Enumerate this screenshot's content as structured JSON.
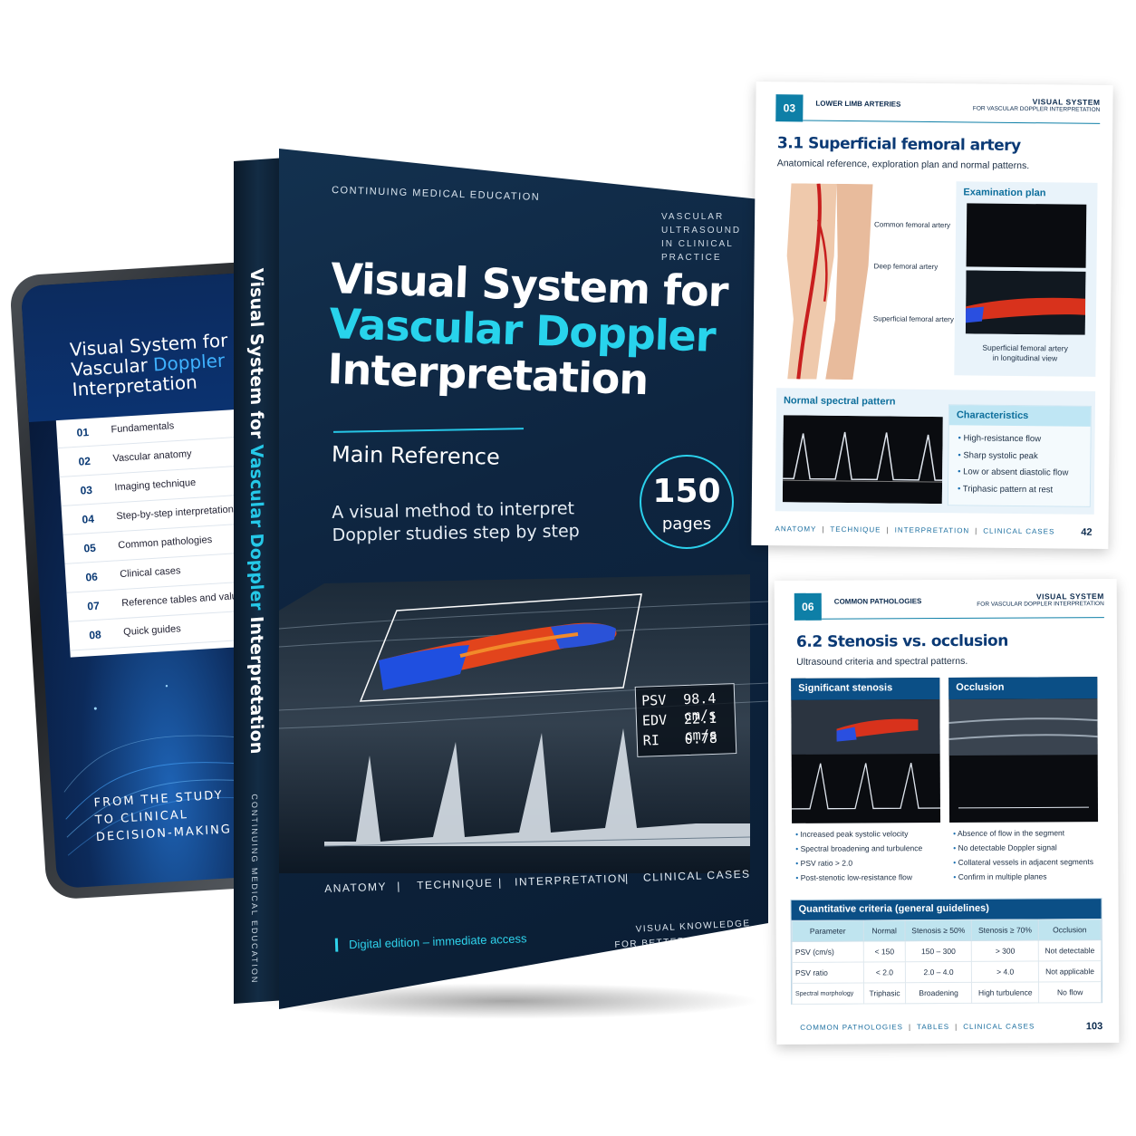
{
  "tablet": {
    "title_line1": "Visual System for",
    "title_line2a": "Vascular ",
    "title_line2b": "Doppler",
    "title_line3": "Interpretation",
    "toc": [
      {
        "num": "01",
        "label": "Fundamentals"
      },
      {
        "num": "02",
        "label": "Vascular anatomy"
      },
      {
        "num": "03",
        "label": "Imaging technique"
      },
      {
        "num": "04",
        "label": "Step-by-step interpretation"
      },
      {
        "num": "05",
        "label": "Common pathologies"
      },
      {
        "num": "06",
        "label": "Clinical cases"
      },
      {
        "num": "07",
        "label": "Reference tables and values"
      },
      {
        "num": "08",
        "label": "Quick guides"
      }
    ],
    "footer": [
      "FROM THE STUDY",
      "TO CLINICAL",
      "DECISION-MAKING"
    ]
  },
  "book": {
    "spine_title_a": "Visual System for ",
    "spine_title_b": "Vascular Doppler",
    "spine_title_c": " Interpretation",
    "spine_edu": "CONTINUING MEDICAL EDUCATION",
    "edu": "CONTINUING MEDICAL EDUCATION",
    "subtitle_lines": [
      "VASCULAR",
      "ULTRASOUND",
      "IN CLINICAL",
      "PRACTICE"
    ],
    "title_line1": "Visual System for",
    "title_line2": "Vascular Doppler",
    "title_line3": "Interpretation",
    "main_ref": "Main Reference",
    "desc_line1": "A visual method to interpret",
    "desc_line2": "Doppler studies step by step",
    "badge_number": "150",
    "badge_unit": "pages",
    "readout": [
      {
        "label": "PSV",
        "value": "98.4 cm/s"
      },
      {
        "label": "EDV",
        "value": "22.1 cm/s"
      },
      {
        "label": "RI",
        "value": "0.78"
      }
    ],
    "sections": [
      "ANATOMY",
      "|",
      "TECHNIQUE",
      "|",
      "INTERPRETATION",
      "|",
      "CLINICAL CASES"
    ],
    "digital": "Digital edition – immediate access",
    "tagline": [
      "VISUAL KNOWLEDGE",
      "FOR BETTER DECISIONS"
    ]
  },
  "page1": {
    "num": "03",
    "section": "LOWER LIMB ARTERIES",
    "vs_a": "VISUAL SYSTEM",
    "vs_b": "FOR VASCULAR DOPPLER INTERPRETATION",
    "heading": "3.1  Superficial femoral artery",
    "sub": "Anatomical reference, exploration plan and normal patterns.",
    "labels": [
      "Common femoral artery",
      "Deep femoral artery",
      "Superficial femoral artery"
    ],
    "exam_title": "Examination plan",
    "exam_caption": [
      "Superficial femoral artery",
      "in longitudinal view"
    ],
    "spectral_title": "Normal spectral pattern",
    "char_title": "Characteristics",
    "chars": [
      "High-resistance flow",
      "Sharp systolic peak",
      "Low or absent diastolic flow",
      "Triphasic pattern at rest"
    ],
    "footer": [
      "ANATOMY",
      "TECHNIQUE",
      "INTERPRETATION",
      "CLINICAL CASES"
    ],
    "page_number": "42"
  },
  "page2": {
    "num": "06",
    "section": "COMMON PATHOLOGIES",
    "vs_a": "VISUAL SYSTEM",
    "vs_b": "FOR VASCULAR DOPPLER INTERPRETATION",
    "heading": "6.2  Stenosis vs. occlusion",
    "sub": "Ultrasound criteria and spectral patterns.",
    "stenosis_title": "Significant stenosis",
    "occlusion_title": "Occlusion",
    "stenosis_points": [
      "Increased peak systolic velocity",
      "Spectral broadening and turbulence",
      "PSV ratio > 2.0",
      "Post-stenotic low-resistance flow"
    ],
    "occlusion_points": [
      "Absence of flow in the segment",
      "No detectable Doppler signal",
      "Collateral vessels in adjacent segments",
      "Confirm in multiple planes"
    ],
    "table_title": "Quantitative criteria (general guidelines)",
    "table_headers": [
      "Parameter",
      "Normal",
      "Stenosis ≥ 50%",
      "Stenosis ≥ 70%",
      "Occlusion"
    ],
    "table_rows": [
      [
        "PSV (cm/s)",
        "< 150",
        "150 – 300",
        "> 300",
        "Not detectable"
      ],
      [
        "PSV ratio",
        "< 2.0",
        "2.0 – 4.0",
        "> 4.0",
        "Not applicable"
      ],
      [
        "Spectral morphology",
        "Triphasic",
        "Broadening",
        "High turbulence",
        "No flow"
      ]
    ],
    "footer": [
      "COMMON PATHOLOGIES",
      "TABLES",
      "CLINICAL CASES"
    ],
    "page_number": "103"
  },
  "colors": {
    "accent": "#28d3ec",
    "navy": "#0e2540",
    "page_blue": "#0b3a75"
  }
}
